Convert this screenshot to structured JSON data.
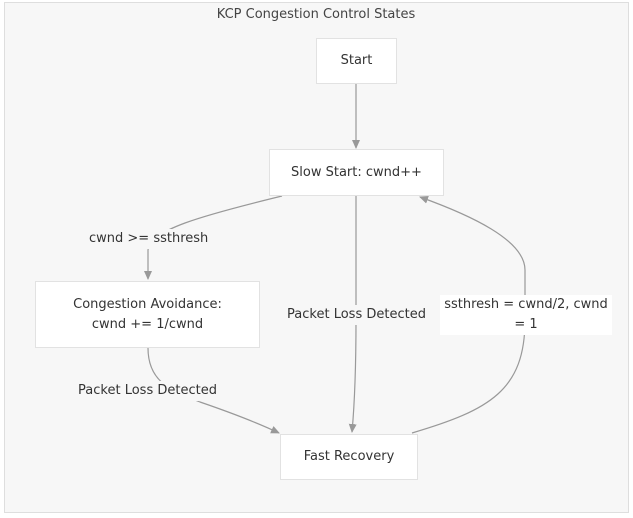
{
  "diagram": {
    "title": "KCP Congestion Control States"
  },
  "nodes": {
    "start": "Start",
    "slow_start": "Slow Start: cwnd++",
    "congestion_avoidance": "Congestion Avoidance: cwnd += 1/cwnd",
    "fast_recovery": "Fast Recovery"
  },
  "edges": {
    "slow_to_avoidance": "cwnd >= ssthresh",
    "slow_to_recovery": "Packet Loss Detected",
    "avoidance_to_recovery": "Packet Loss Detected",
    "recovery_to_slow": "ssthresh = cwnd/2, cwnd = 1"
  },
  "colors": {
    "background": "#f7f7f7",
    "node_fill": "#ffffff",
    "node_border": "#e2e2e2",
    "edge": "#999999",
    "text": "#333333"
  }
}
